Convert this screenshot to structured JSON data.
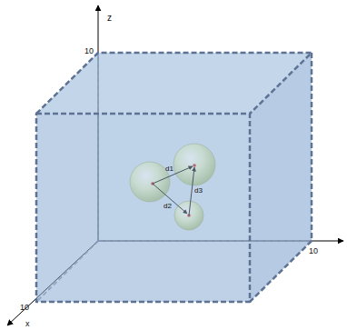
{
  "diagram": {
    "labels": [
      "z",
      "10",
      "10",
      "10",
      "x",
      "d1",
      "d2",
      "d3"
    ]
  }
}
